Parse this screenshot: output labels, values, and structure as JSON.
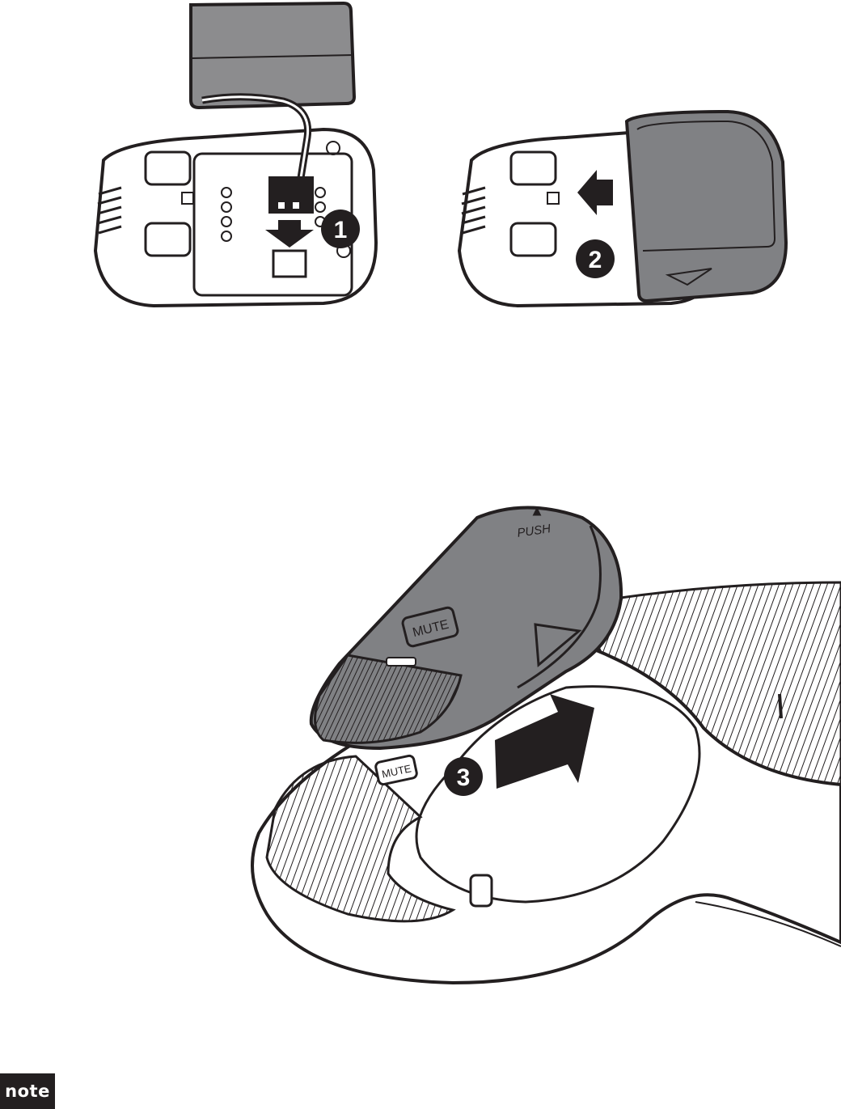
{
  "steps": [
    {
      "number": "1"
    },
    {
      "number": "2"
    },
    {
      "number": "3"
    }
  ],
  "labels": {
    "mute_cover": "MUTE",
    "mute_base": "MUTE",
    "push": "PUSH"
  },
  "note": {
    "label": "note"
  },
  "colors": {
    "line": "#231f20",
    "cover_fill": "#808184",
    "battery_fill": "#8c8c8e",
    "badge": "#231f20",
    "background": "#ffffff"
  },
  "icons": [
    "down-arrow-icon",
    "left-arrow-icon",
    "diagonal-arrow-icon",
    "push-triangle-icon"
  ]
}
